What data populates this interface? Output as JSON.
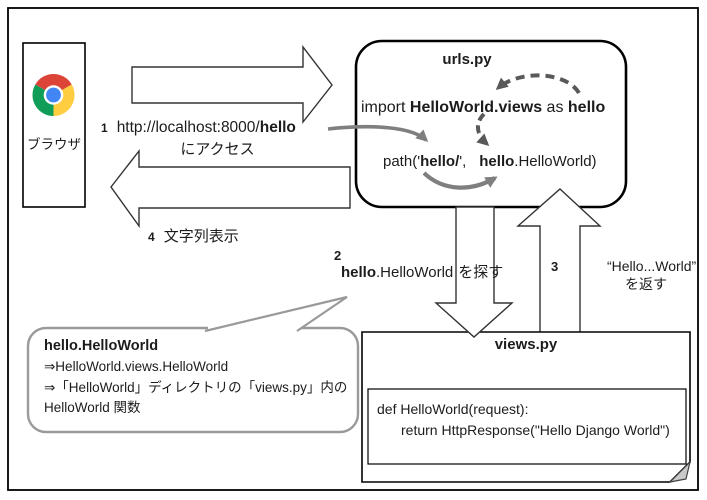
{
  "colors": {
    "chrome_red": "#DB4437",
    "chrome_yellow": "#FFCD40",
    "chrome_green": "#0F9D58",
    "chrome_blue": "#4285F4",
    "solid_arrow_gray": "#7f7f7f",
    "dashed_arrow_gray": "#595959",
    "callout_border": "#9a9a9a",
    "box_border": "#000000"
  },
  "browser": {
    "label": "ブラウザ"
  },
  "flow": {
    "step1": {
      "number": "1",
      "url_prefix": "http://localhost:8000/",
      "url_emphasis": "hello",
      "caption": "にアクセス"
    },
    "step2": {
      "number": "2",
      "target_emphasis": "hello",
      "target_rest": ".HelloWorld",
      "caption": "を探す"
    },
    "step3": {
      "number": "3",
      "value": "“Hello...World”",
      "caption": "を返す"
    },
    "step4": {
      "number": "4",
      "caption": "文字列表示"
    }
  },
  "urls_py": {
    "title": "urls.py",
    "import_statement": {
      "keyword": "import",
      "module": "HelloWorld.views",
      "as_keyword": "as",
      "alias": "hello"
    },
    "path_statement": {
      "prefix": "path('",
      "route": "hello/",
      "separator": "',",
      "view_alias": "hello",
      "view_rest": ".HelloWorld)"
    }
  },
  "views_py": {
    "title": "views.py",
    "code_line1": "def HelloWorld(request):",
    "code_line2": "return HttpResponse(\"Hello Django World\")"
  },
  "callout": {
    "title": "hello.HelloWorld",
    "line2": "⇒HelloWorld.views.HelloWorld",
    "line3": "⇒「HelloWorld」ディレクトリの「views.py」内の",
    "line4": "HelloWorld 関数"
  }
}
